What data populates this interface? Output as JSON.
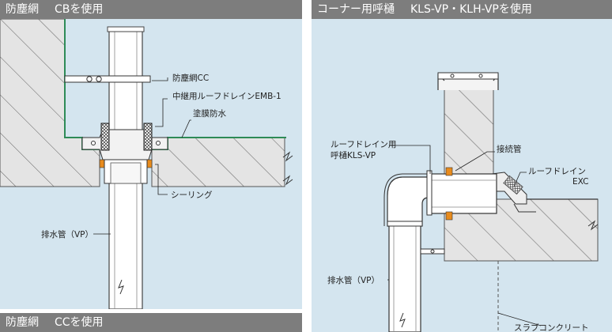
{
  "left_panel": {
    "heading_prefix": "防塵網",
    "heading_suffix": "CBを使用",
    "labels": {
      "mesh": "防塵網CC",
      "drain": "中継用ルーフドレインEMB-1",
      "waterproof": "塗膜防水",
      "sealing": "シーリング",
      "pipe": "排水管（VP）"
    }
  },
  "right_panel": {
    "heading_prefix": "コーナー用呼樋",
    "heading_suffix": "KLS-VP・KLH-VPを使用",
    "labels": {
      "gutter_line1": "ルーフドレイン用",
      "gutter_line2": "呼樋KLS-VP",
      "connector": "接続管",
      "drain_line1": "ルーフドレイン",
      "drain_line2": "EXC",
      "pipe": "排水管（VP）",
      "slab": "スラブコンクリート"
    }
  },
  "bottom_bar": {
    "heading_prefix": "防塵網",
    "heading_suffix": "CCを使用"
  },
  "colors": {
    "header_bg": "#7d7d7d",
    "canvas_bg": "#d4e5ef",
    "waterproof_line": "#2e8b57",
    "sealant_orange": "#e88b1c"
  }
}
